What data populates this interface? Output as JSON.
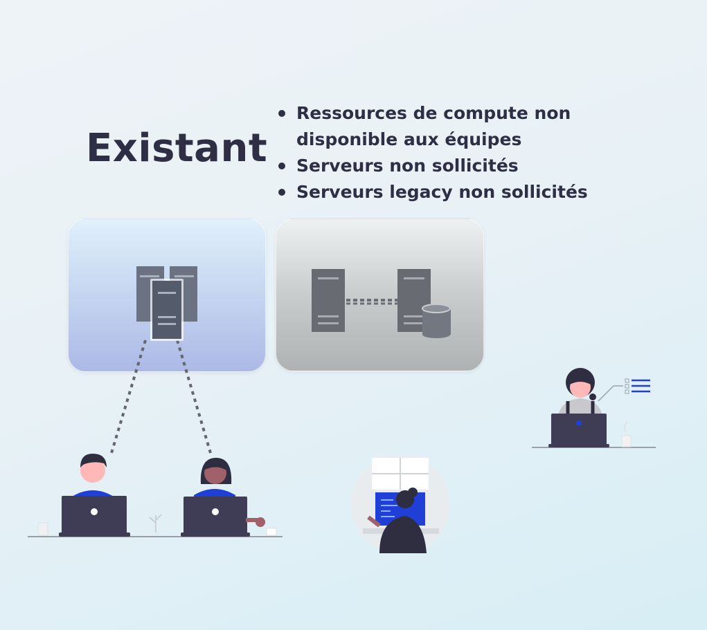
{
  "title": "Existant",
  "bullets": [
    "Ressources de compute non disponible aux équipes",
    "Serveurs non sollicités",
    "Serveurs legacy non sollicités"
  ],
  "colors": {
    "text": "#2e2f44",
    "server": "#5d6473",
    "laptop": "#3f3d56",
    "accent_blue": "#1f3fd6"
  },
  "icons": [
    "server-cluster-icon",
    "server-icon",
    "database-server-icon",
    "checklist-icon"
  ]
}
